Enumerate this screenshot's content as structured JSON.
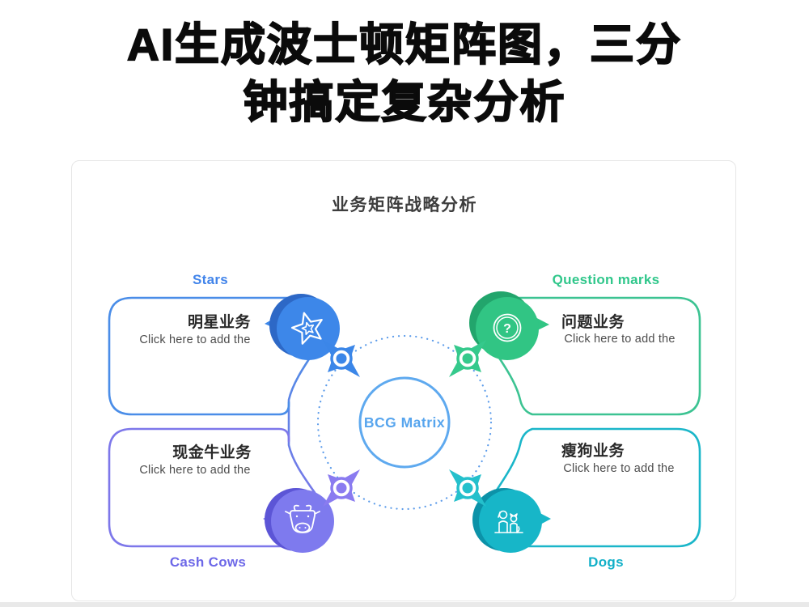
{
  "page": {
    "title_line1": "AI生成波士顿矩阵图，三分",
    "title_line2": "钟搞定复杂分析"
  },
  "panel": {
    "title": "业务矩阵战略分析"
  },
  "diagram": {
    "center_label": "BCG Matrix",
    "center_ring_color": "#5ea9ef",
    "dashed_circle_color": "#5b9bea",
    "quadrants": {
      "stars": {
        "label": "Stars",
        "heading": "明星业务",
        "placeholder": "Click here to add the",
        "color": "#4a8de8",
        "badge_color": "#3d87e9",
        "badge_shadow_color": "#2d68c6",
        "node_color": "#3b86e8",
        "icon": "star-icon"
      },
      "question_marks": {
        "label": "Question marks",
        "heading": "问题业务",
        "placeholder": "Click here to add the",
        "color": "#3cc392",
        "badge_color": "#31c584",
        "badge_shadow_color": "#22a56c",
        "node_color": "#35c98c",
        "icon": "question-mark-icon",
        "question_glyph": "?"
      },
      "cash_cows": {
        "label": "Cash Cows",
        "heading": "现金牛业务",
        "placeholder": "Click here to add the",
        "color": "#7d77ea",
        "badge_color": "#7e7aee",
        "badge_shadow_color": "#5c55d6",
        "node_color": "#8a7bf0",
        "icon": "cow-icon"
      },
      "dogs": {
        "label": "Dogs",
        "heading": "瘦狗业务",
        "placeholder": "Click here to add the",
        "color": "#1ab6c9",
        "badge_color": "#17b6c8",
        "badge_shadow_color": "#0c92a8",
        "node_color": "#24c0cc",
        "icon": "dog-icon"
      }
    },
    "left_connector_top_color": "#4a8ee6",
    "left_connector_bottom_color": "#7b76e8"
  }
}
